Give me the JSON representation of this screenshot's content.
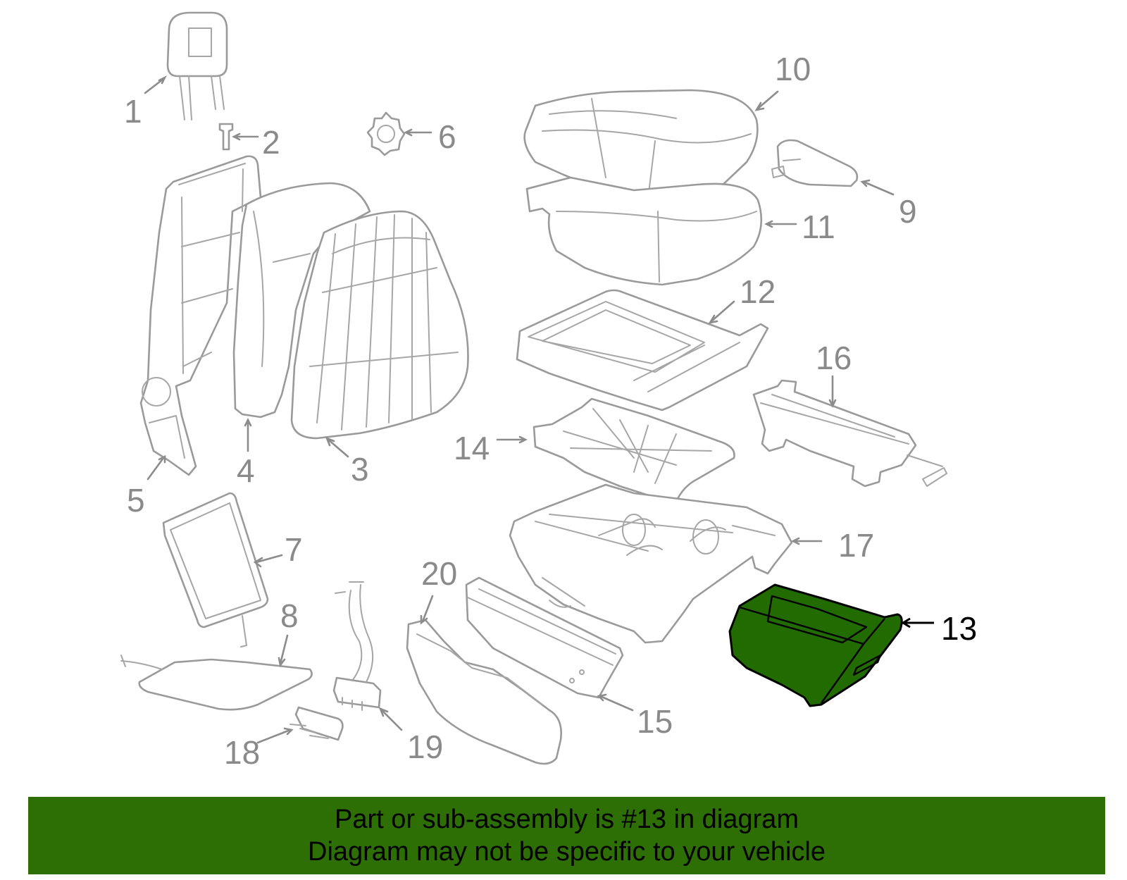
{
  "diagram": {
    "callouts": [
      {
        "id": "1",
        "label": "1"
      },
      {
        "id": "2",
        "label": "2"
      },
      {
        "id": "3",
        "label": "3"
      },
      {
        "id": "4",
        "label": "4"
      },
      {
        "id": "5",
        "label": "5"
      },
      {
        "id": "6",
        "label": "6"
      },
      {
        "id": "7",
        "label": "7"
      },
      {
        "id": "8",
        "label": "8"
      },
      {
        "id": "9",
        "label": "9"
      },
      {
        "id": "10",
        "label": "10"
      },
      {
        "id": "11",
        "label": "11"
      },
      {
        "id": "12",
        "label": "12"
      },
      {
        "id": "13",
        "label": "13",
        "highlighted": true
      },
      {
        "id": "14",
        "label": "14"
      },
      {
        "id": "15",
        "label": "15"
      },
      {
        "id": "16",
        "label": "16"
      },
      {
        "id": "17",
        "label": "17"
      },
      {
        "id": "18",
        "label": "18"
      },
      {
        "id": "19",
        "label": "19"
      },
      {
        "id": "20",
        "label": "20"
      }
    ],
    "colors": {
      "line_art": "#9a9a9a",
      "callout_text": "#8a8a8a",
      "highlight_fill": "#226b00",
      "highlight_text": "#000000"
    }
  },
  "banner": {
    "line1": "Part or sub-assembly is #13 in diagram",
    "line2": "Diagram may not be specific to your vehicle",
    "background": "#2d6e05"
  }
}
